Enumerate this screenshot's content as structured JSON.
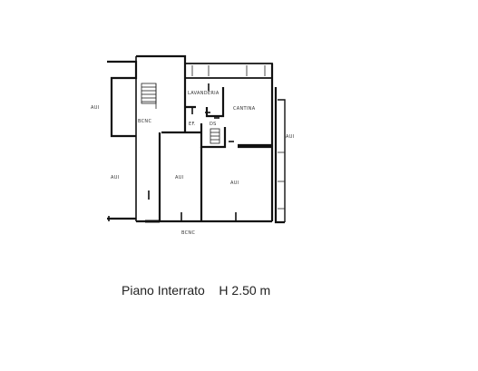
{
  "plan": {
    "room_labels": {
      "aui_left_top": "AUI",
      "bcnc_top": "BCNC",
      "lavanderia": "LAVANDERIA",
      "cantina": "CANTINA",
      "ef": "EF.",
      "ds": "DS",
      "aui_right": "AUI",
      "aui_left": "AUI",
      "aui_center": "AUI",
      "aui_main": "AUI",
      "bcnc_bottom": "BCNC"
    },
    "caption": {
      "floor": "Piano Interrato",
      "height": "H 2.50 m"
    }
  }
}
